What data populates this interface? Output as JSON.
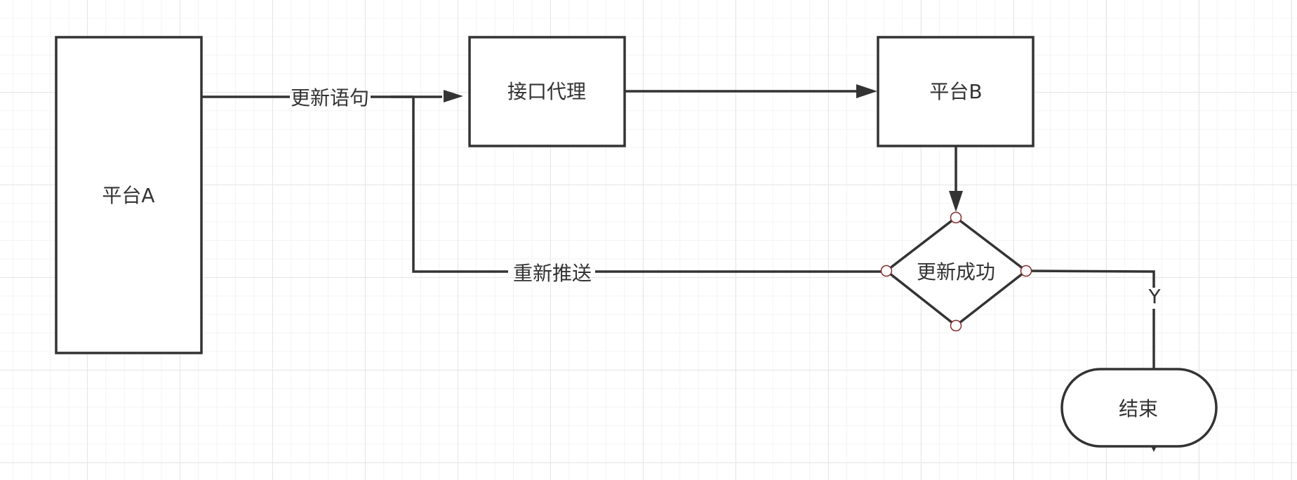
{
  "nodes": {
    "platform_a": "平台A",
    "interface_proxy": "接口代理",
    "platform_b": "平台B",
    "update_success": "更新成功",
    "end": "结束"
  },
  "edges": {
    "update_statement": "更新语句",
    "repush": "重新推送",
    "yes": "Y"
  },
  "colors": {
    "stroke": "#333333",
    "connection_point": "#8b2b2b"
  }
}
